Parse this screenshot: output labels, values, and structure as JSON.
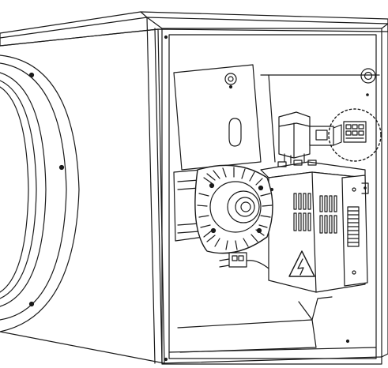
{
  "figure": {
    "line_color": "#1a1a1a",
    "background_color": "#ffffff",
    "highlight_style": "dotted-circle",
    "components": [
      {
        "name": "housing-cabinet",
        "icon": "open-box-outline"
      },
      {
        "name": "inlet-spigot",
        "icon": "circular-flange"
      },
      {
        "name": "fan-motor",
        "icon": "motor-with-fins"
      },
      {
        "name": "control-box",
        "icon": "electrical-enclosure"
      },
      {
        "name": "warning-symbol",
        "icon": "high-voltage-triangle-icon"
      },
      {
        "name": "terminal-block",
        "icon": "connector-block"
      },
      {
        "name": "relay-module",
        "icon": "relay"
      },
      {
        "name": "highlighted-connector",
        "icon": "connector-highlight"
      }
    ]
  }
}
